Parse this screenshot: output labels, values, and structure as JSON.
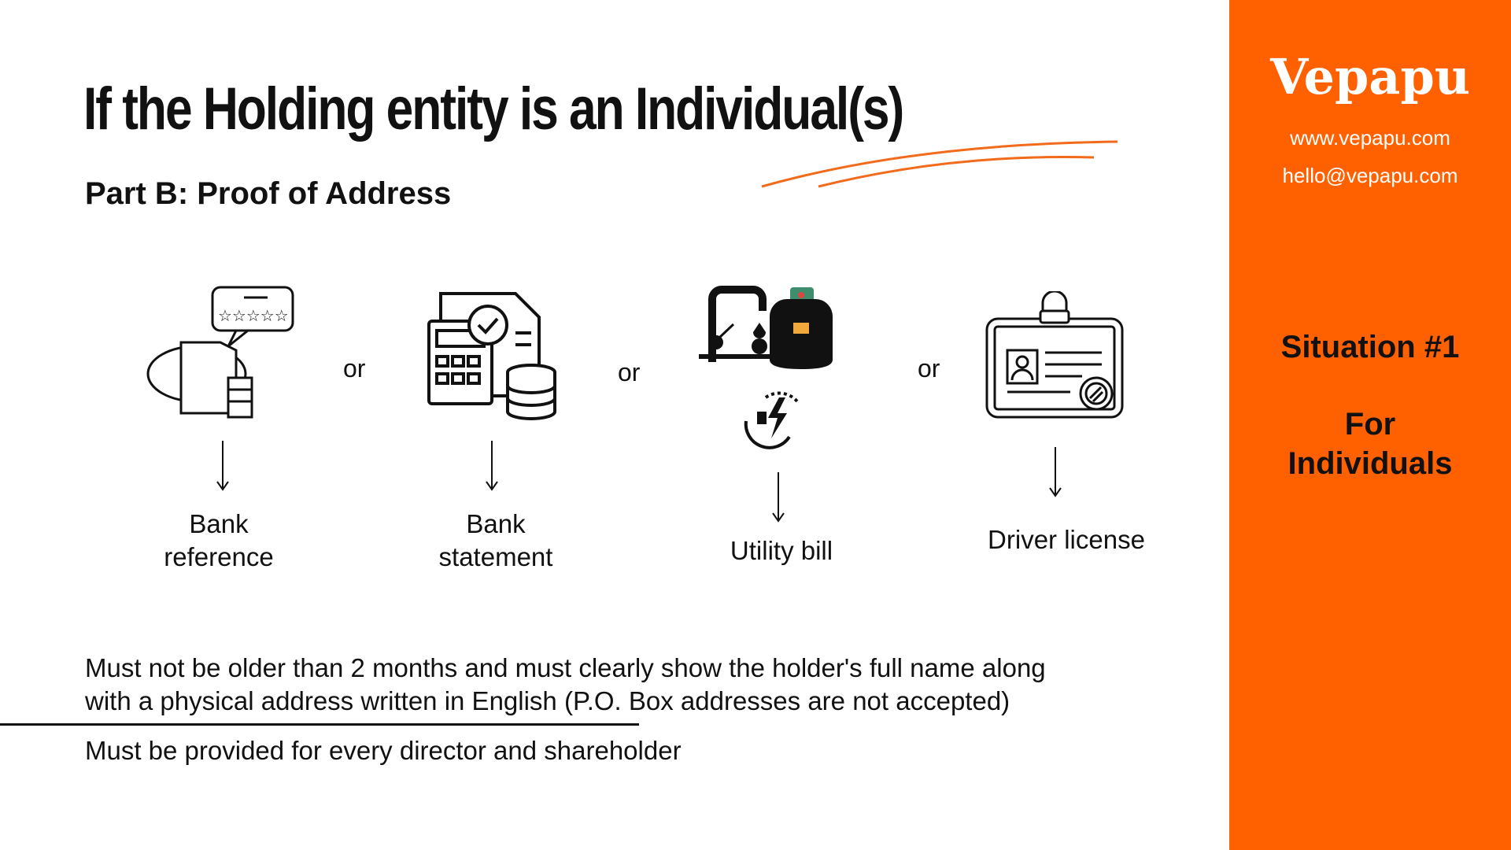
{
  "title": "If the Holding entity is an Individual(s)",
  "subtitle": "Part B: Proof of Address",
  "separator": "or",
  "documents": [
    {
      "label_line1": "Bank",
      "label_line2": "reference",
      "icon": "bank-reference-icon"
    },
    {
      "label_line1": "Bank",
      "label_line2": "statement",
      "icon": "bank-statement-icon"
    },
    {
      "label_line1": "Utility bill",
      "icon": "utility-icons"
    },
    {
      "label_line1": "Driver license",
      "icon": "id-card-icon"
    }
  ],
  "notes": [
    "Must not be older than 2 months and must clearly show the holder's full name along",
    "with a physical address written in English (P.O. Box addresses are not accepted)",
    "Must be provided for every director and shareholder"
  ],
  "brand": {
    "logo": "Vepapu",
    "website": "www.vepapu.com",
    "email": "hello@vepapu.com",
    "accent": "#FF6100"
  },
  "situation": {
    "title": "Situation #1",
    "for": "For",
    "who": "Individuals"
  }
}
